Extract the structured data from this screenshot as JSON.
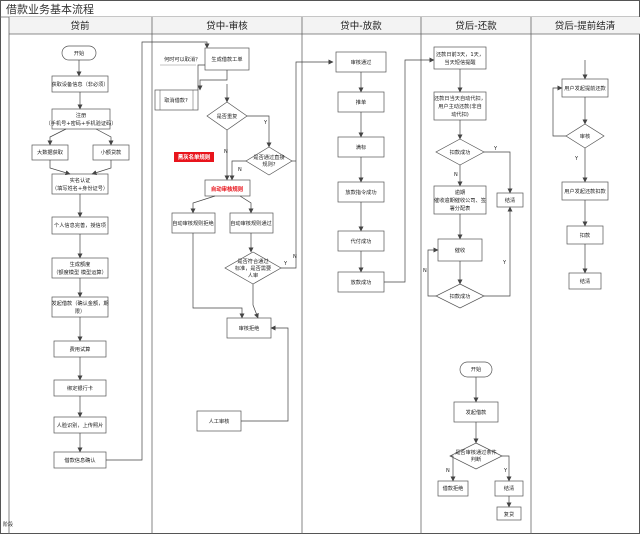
{
  "title": "借款业务基本流程",
  "side_label": "阶段",
  "lanes": [
    {
      "id": "lane1",
      "label": "贷前"
    },
    {
      "id": "lane2",
      "label": "贷中-审核"
    },
    {
      "id": "lane3",
      "label": "贷中-放款"
    },
    {
      "id": "lane4",
      "label": "贷后-还款"
    },
    {
      "id": "lane5",
      "label": "贷后-提前结清"
    }
  ],
  "nodes": {
    "l1_start": "开始",
    "l1_device": "获取设备信息（非必须）",
    "l1_register": [
      "注册",
      "（手机号+密码+手机验证码）"
    ],
    "l1_bigdata": "大数据获取",
    "l1_mini": "小额贷款",
    "l1_realname": [
      "实名认证",
      "（填写姓名+身份证号）"
    ],
    "l1_personal": "个人信息完善，授信项",
    "l1_credit": [
      "生成额度",
      "（额度模型 模型运算）"
    ],
    "l1_apply": [
      "发起借款（确认金额，期",
      "限）"
    ],
    "l1_fee": "费用试算",
    "l1_bank": "绑定银行卡",
    "l1_face": "人脸识别，上传照片",
    "l1_confirm": "借款信息确认",
    "l2_generate": "生成借款工单",
    "l2_cancel_q": "何时可以取消？",
    "l2_cancel": "取消借款?",
    "l2_repeat": "是否重复",
    "l2_blacklist": "黑灰名单规则",
    "l2_audit_rule": "自动审核规则",
    "l2_whitelist": [
      "是否通过直接",
      "规则?"
    ],
    "l2_reject": "自动审核规则拒绝",
    "l2_pass": "自动审核规则通过",
    "l2_manual_q": [
      "是否符合通过",
      "标准，是否需要",
      "人审"
    ],
    "l2_rejected": "审核拒绝",
    "l2_manual": "人工审核",
    "l3_approved": "审核通过",
    "l3_push": "推单",
    "l3_fund": "满标",
    "l3_transfer": "放款指令成功",
    "l3_paid": "代付成功",
    "l3_done": "放款成功",
    "l4_reminder": [
      "还款日前3天，1天，",
      "当天短信提醒"
    ],
    "l4_dayof": [
      "还款日当天自动代扣，",
      "用户主动还款(非自",
      "动代扣)"
    ],
    "l4_debit_ok": "扣款成功",
    "l4_settle": "结清",
    "l4_overdue": [
      "逾期",
      "催收逾期催收公司、签",
      "署分配表"
    ],
    "l4_collect": "催收",
    "l4_debit_ok2": "扣款成功",
    "l4_start": "开始",
    "l4_reloan": "发起借款",
    "l4_qualify": [
      "是否审核通过条件",
      "判断"
    ],
    "l4_exit": "借款拒绝",
    "l4_end": "结清",
    "l4_repay": "复贷",
    "l5_early": "用户发起提前还款",
    "l5_audit": "审核",
    "l5_confirm": "用户发起还款扣款",
    "l5_debit": "扣款",
    "l5_settle": "结清"
  },
  "edges": {
    "yes": "Y",
    "no": "N"
  },
  "colors": {
    "border": "#444444",
    "node_fill": "#ffffff",
    "node_stroke": "#555555",
    "red_fill": "#e8141c",
    "header_fill": "#f3f3f3"
  }
}
